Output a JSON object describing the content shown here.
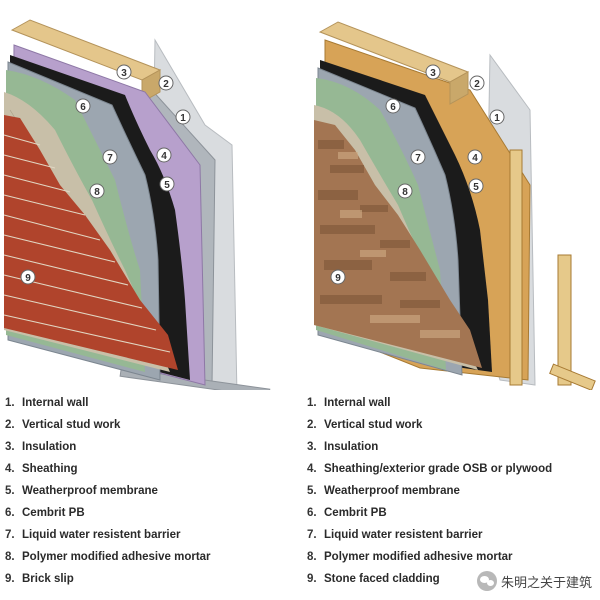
{
  "colors": {
    "brick": "#b0442c",
    "stone": "#a37552",
    "green_barrier": "#96b894",
    "cembrit": "#9ca6b0",
    "membrane": "#1b1b1b",
    "insulation": "#b7a0cc",
    "osb": "#d7a357",
    "stud": "#e6c98a",
    "internal_wall": "#d9dcdf"
  },
  "panels": [
    {
      "cladding": "brick",
      "sheathing": "insulation",
      "labels": [
        "1",
        "2",
        "3",
        "4",
        "5",
        "6",
        "7",
        "8",
        "9"
      ],
      "legend": [
        {
          "num": "1.",
          "text": "Internal wall"
        },
        {
          "num": "2.",
          "text": "Vertical stud work"
        },
        {
          "num": "3.",
          "text": "Insulation"
        },
        {
          "num": "4.",
          "text": "Sheathing"
        },
        {
          "num": "5.",
          "text": "Weatherproof membrane"
        },
        {
          "num": "6.",
          "text": "Cembrit PB"
        },
        {
          "num": "7.",
          "text": "Liquid water resistent barrier"
        },
        {
          "num": "8.",
          "text": "Polymer modified adhesive mortar"
        },
        {
          "num": "9.",
          "text": "Brick slip"
        }
      ]
    },
    {
      "cladding": "stone",
      "sheathing": "osb",
      "labels": [
        "1",
        "2",
        "3",
        "4",
        "5",
        "6",
        "7",
        "8",
        "9"
      ],
      "legend": [
        {
          "num": "1.",
          "text": "Internal wall"
        },
        {
          "num": "2.",
          "text": "Vertical stud work"
        },
        {
          "num": "3.",
          "text": "Insulation"
        },
        {
          "num": "4.",
          "text": "Sheathing/exterior grade OSB or plywood"
        },
        {
          "num": "5.",
          "text": "Weatherproof membrane"
        },
        {
          "num": "6.",
          "text": "Cembrit PB"
        },
        {
          "num": "7.",
          "text": "Liquid water resistent barrier"
        },
        {
          "num": "8.",
          "text": "Polymer modified adhesive mortar"
        },
        {
          "num": "9.",
          "text": "Stone faced cladding"
        }
      ]
    }
  ],
  "watermark": {
    "text": "朱明之关于建筑"
  }
}
